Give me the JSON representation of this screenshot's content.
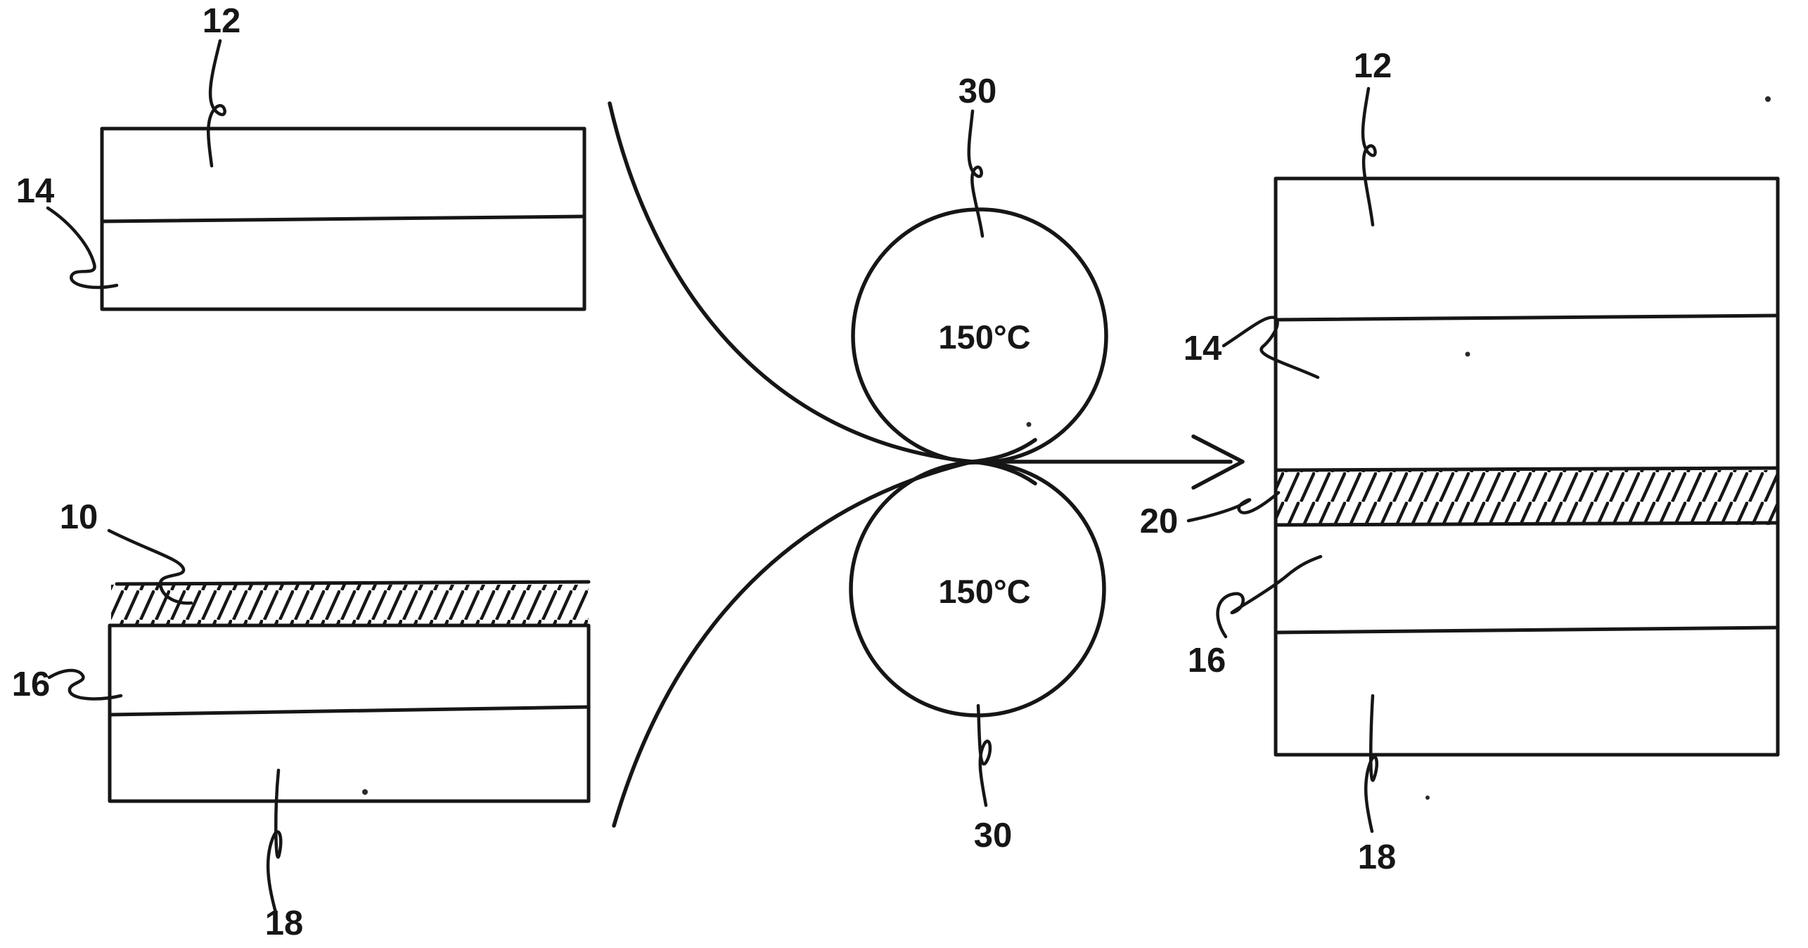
{
  "figure": {
    "description": "Patent-style lamination process diagram",
    "ink_color": "#161616",
    "paper_color": "#ffffff"
  },
  "top_left_film": {
    "layer12_ref": "12",
    "layer14_ref": "14"
  },
  "bottom_left_substrate": {
    "assembly_ref": "10",
    "layer16_ref": "16",
    "layer18_ref": "18"
  },
  "rollers": {
    "top_ref": "30",
    "top_temp": "150°C",
    "bottom_ref": "30",
    "bottom_temp": "150°C"
  },
  "laminate_stack": {
    "layer12_ref": "12",
    "layer14_ref": "14",
    "layer20_ref": "20",
    "layer16_ref": "16",
    "layer18_ref": "18"
  }
}
